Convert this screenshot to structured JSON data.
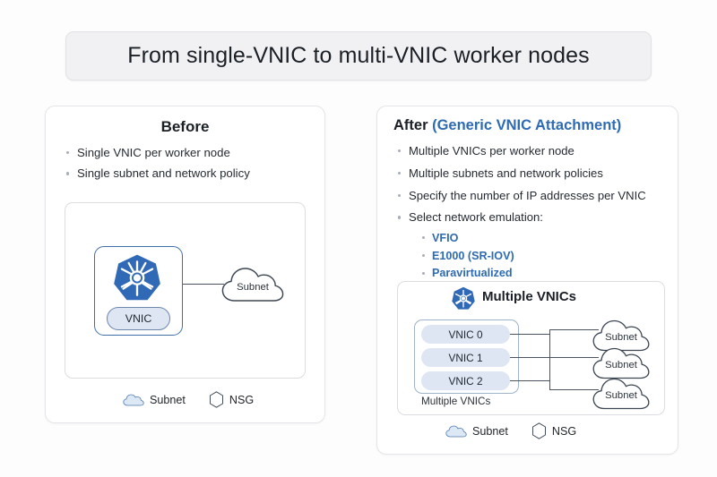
{
  "slide": {
    "title": "From single-VNIC to multi-VNIC worker nodes",
    "background": "#fdfdfd",
    "accent_blue": "#2e6bb3",
    "k8s_blue": "#3069b5",
    "outline_slate": "#4a535f",
    "pill_fill": "#dde6f2"
  },
  "before": {
    "heading": "Before",
    "bullets": [
      "Single VNIC per worker node",
      "Single subnet and network policy"
    ],
    "diagram": {
      "vnic_label": "VNIC",
      "subnet_label": "Subnet",
      "k8s_icon": "kubernetes-icon"
    },
    "legend": [
      {
        "icon": "cloud-icon",
        "label": "Subnet"
      },
      {
        "icon": "hexagon-icon",
        "label": "NSG"
      }
    ]
  },
  "after": {
    "heading_main": "After ",
    "heading_accent": "(Generic VNIC Attachment)",
    "bullets": [
      "Multiple VNICs per worker node",
      "Multiple subnets and network policies",
      "Specify the number of IP addresses per VNIC",
      "Select network emulation:"
    ],
    "sub_bullets": [
      "VFIO",
      "E1000 (SR-IOV)",
      "Paravirtualized"
    ],
    "diagram": {
      "heading": "Multiple VNICs",
      "caption": "Multiple VNICs",
      "k8s_icon": "kubernetes-icon",
      "vnics": [
        "VNIC 0",
        "VNIC 1",
        "VNIC 2"
      ],
      "subnets": [
        "Subnet",
        "Subnet",
        "Subnet"
      ]
    },
    "legend": [
      {
        "icon": "cloud-icon",
        "label": "Subnet"
      },
      {
        "icon": "hexagon-icon",
        "label": "NSG"
      }
    ]
  }
}
